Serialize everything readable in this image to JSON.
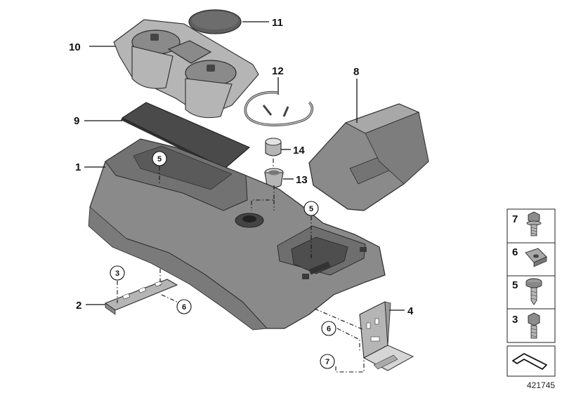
{
  "callouts": {
    "c1": "1",
    "c2": "2",
    "c3": "3",
    "c4": "4",
    "c5a": "5",
    "c5b": "5",
    "c6a": "6",
    "c6b": "6",
    "c7": "7",
    "c8": "8",
    "c9": "9",
    "c10": "10",
    "c11": "11",
    "c12": "12",
    "c13": "13",
    "c14": "14"
  },
  "legend": {
    "items": [
      {
        "label": "7",
        "icon": "hex-bolt-flange-icon"
      },
      {
        "label": "6",
        "icon": "spring-clip-nut-icon"
      },
      {
        "label": "5",
        "icon": "pan-head-screw-icon"
      },
      {
        "label": "3",
        "icon": "hex-bolt-icon"
      }
    ],
    "arrow_icon": "material-arrow-icon"
  },
  "diagram_id": "421745"
}
